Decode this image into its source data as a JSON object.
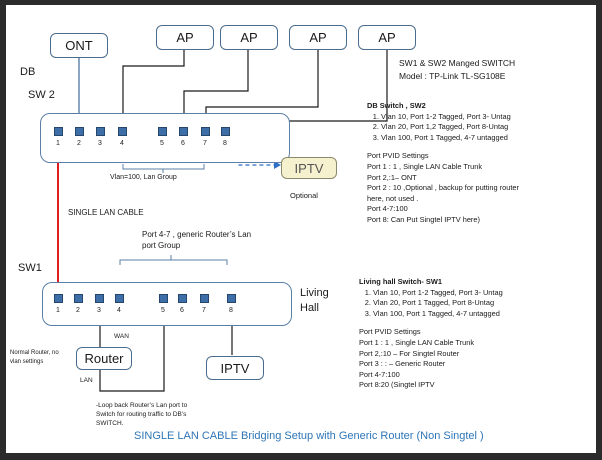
{
  "devices": {
    "ont": "ONT",
    "aps": [
      "AP",
      "AP",
      "AP",
      "AP"
    ],
    "iptv_optional": "IPTV",
    "router": "Router",
    "iptv_living": "IPTV"
  },
  "labels": {
    "db": "DB",
    "sw2": "SW 2",
    "sw1": "SW1",
    "living": "Living",
    "hall": "Hall",
    "vlan_group": "Vlan=100, Lan Group",
    "optional": "Optional",
    "single_cable": "SINGLE LAN  CABLE",
    "router_group": "Port 4-7 , generic Router’s  Lan\nport Group",
    "wan": "WAN",
    "lan": "LAN",
    "normal_router": "Normal Router, no\nvlan settings",
    "loopback": "-Loop back Router’s Lan port to\nSwitch for routing traffic to DB’s\nSWITCH.",
    "caption": "SINGLE LAN CABLE Bridging Setup with Generic Router (Non Singtel )"
  },
  "switch_model": {
    "line1": "SW1 & SW2 Manged SWITCH",
    "line2": "Model : TP-Link  TL-SG108E"
  },
  "sw2_ports": [
    "1",
    "2",
    "3",
    "4",
    "5",
    "6",
    "7",
    "8"
  ],
  "sw1_ports": [
    "1",
    "2",
    "3",
    "4",
    "5",
    "6",
    "7",
    "8"
  ],
  "db_notes": {
    "title": "DB Switch , SW2",
    "items": [
      "Vlan 10, Port 1-2 Tagged, Port 3- Untag",
      "Vlan 20, Port 1,2 Tagged, Port 8-Untag",
      "Vlan 100, Port 1 Tagged, 4-7 untagged"
    ],
    "pvid_title": "Port PVID Settings",
    "pvid": [
      "Port 1 : 1 ,  Single LAN Cable Trunk",
      "Port 2,:1–  ONT",
      "Port 2 : 10 ,Optional  , backup for putting router",
      "here, not used .",
      "Port 4-7:100",
      "Port 8:  Can Put Singtel IPTV here)"
    ]
  },
  "living_notes": {
    "title": "Living hall Switch- SW1",
    "items": [
      "Vlan 10, Port 1-2 Tagged, Port 3- Untag",
      "Vlan 20, Port 1 Tagged, Port 8-Untag",
      "Vlan 100, Port 1 Tagged, 4-7 untagged"
    ],
    "pvid_title": "Port PVID Settings",
    "pvid": [
      "Port 1 : 1 ,  Single LAN Cable Trunk",
      "Port 2,:10 – For Singtel Router",
      "Port 3 : : – Generic Router",
      "Port 4-7:100",
      "Port 8:20 (Singtel IPTV"
    ]
  },
  "colors": {
    "trunk": "#e02020",
    "port": "#3d6ea8",
    "caption": "#2e75b6",
    "dash": "#2e6fc7"
  }
}
